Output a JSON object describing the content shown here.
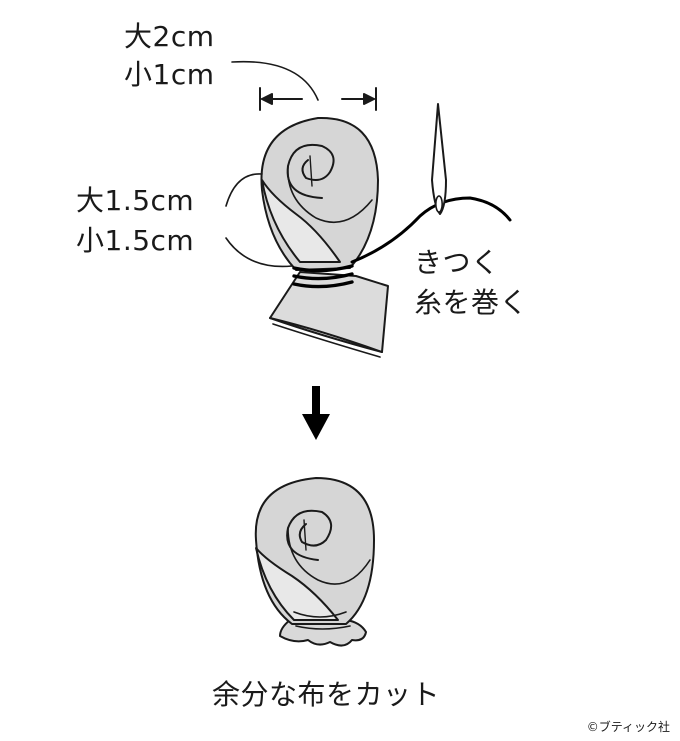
{
  "labels": {
    "width_large": "大2cm",
    "width_small": "小1cm",
    "height_large": "大1.5cm",
    "height_small": "小1.5cm",
    "wrap_line1": "きつく",
    "wrap_line2": "糸を巻く",
    "cut_caption": "余分な布をカット"
  },
  "copyright": "©ブティック社",
  "colors": {
    "stroke": "#1a1a1a",
    "fabric": "#d9d9d9",
    "fabric_light": "#e9e9e9",
    "thread": "#000000"
  }
}
